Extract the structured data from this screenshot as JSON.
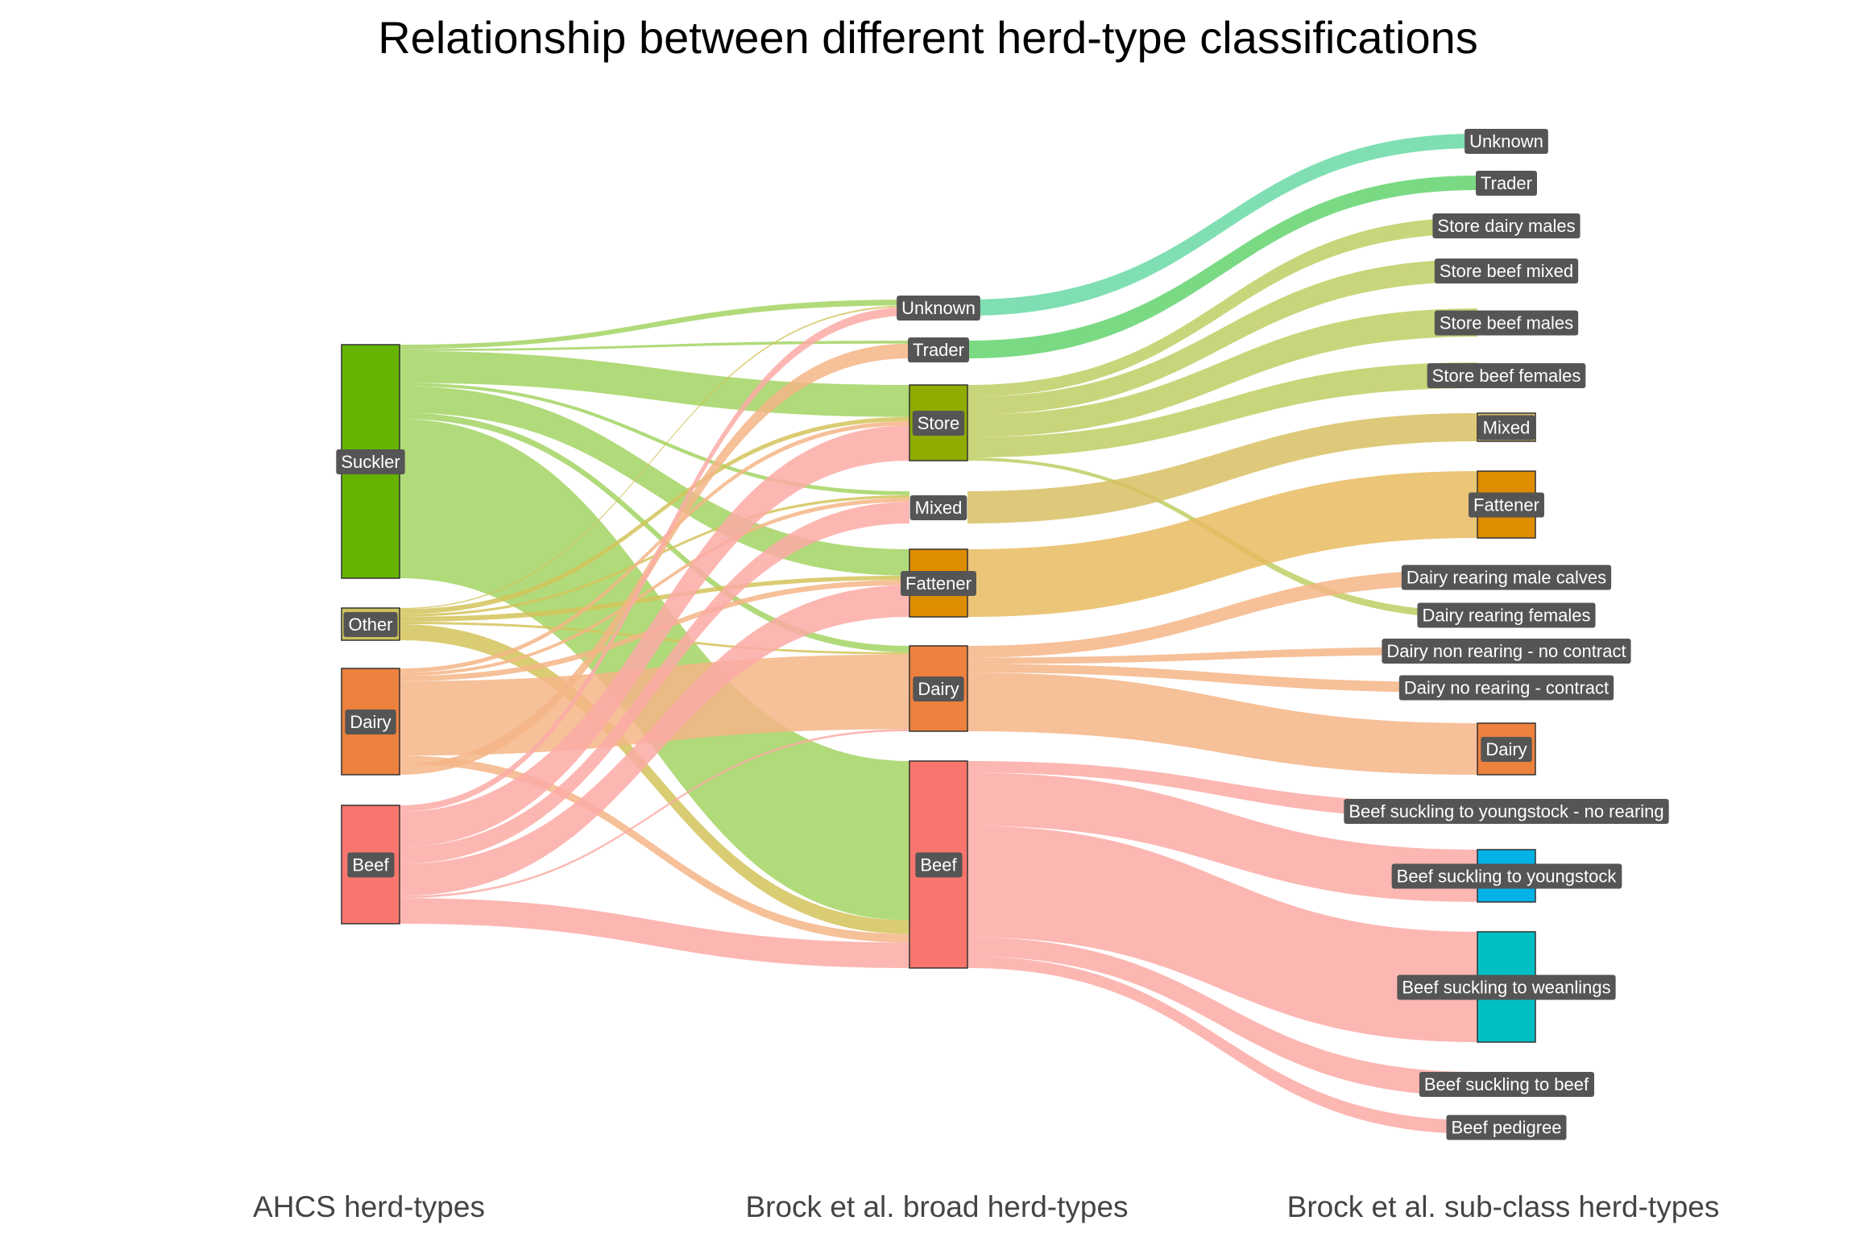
{
  "title": "Relationship between different herd-type classifications",
  "axis_labels": [
    "AHCS herd-types",
    "Brock et al. broad herd-types",
    "Brock et al. sub-class herd-types"
  ],
  "colors": {
    "background": "#ffffff",
    "label_bg": "#555555",
    "label_text": "#ffffff",
    "node_border": "#333333"
  },
  "nodes": [
    {
      "id": "suckler",
      "label": "Suckler",
      "col": 0,
      "color": "#64b400",
      "show_rect": true,
      "value": 2200
    },
    {
      "id": "other",
      "label": "Other",
      "col": 0,
      "color": "#cbc25a",
      "show_rect": true,
      "value": 260
    },
    {
      "id": "dairy_a",
      "label": "Dairy",
      "col": 0,
      "color": "#ed813e",
      "show_rect": true,
      "value": 1000
    },
    {
      "id": "beef_a",
      "label": "Beef",
      "col": 0,
      "color": "#f8766d",
      "show_rect": true,
      "value": 1100
    },
    {
      "id": "unknown_b",
      "label": "Unknown",
      "col": 1,
      "color": "#5fd4a2",
      "show_rect": false,
      "value": 110
    },
    {
      "id": "trader_b",
      "label": "Trader",
      "col": 1,
      "color": "#5ad072",
      "show_rect": false,
      "value": 110
    },
    {
      "id": "store_b",
      "label": "Store",
      "col": 1,
      "color": "#8fac00",
      "show_rect": true,
      "value": 710
    },
    {
      "id": "mixed_b",
      "label": "Mixed",
      "col": 1,
      "color": "#c9b94a",
      "show_rect": false,
      "value": 240
    },
    {
      "id": "fattener_b",
      "label": "Fattener",
      "col": 1,
      "color": "#de8c00",
      "show_rect": true,
      "value": 640
    },
    {
      "id": "dairy_b",
      "label": "Dairy",
      "col": 1,
      "color": "#ed813e",
      "show_rect": true,
      "value": 800
    },
    {
      "id": "beef_b",
      "label": "Beef",
      "col": 1,
      "color": "#f8766d",
      "show_rect": true,
      "value": 1950
    },
    {
      "id": "unknown_c",
      "label": "Unknown",
      "col": 2,
      "color": "#5fd4a2",
      "show_rect": false,
      "value": 110
    },
    {
      "id": "trader_c",
      "label": "Trader",
      "col": 2,
      "color": "#5ad072",
      "show_rect": false,
      "value": 110
    },
    {
      "id": "sdm",
      "label": "Store dairy males",
      "col": 2,
      "color": "#bfce63",
      "show_rect": false,
      "value": 110
    },
    {
      "id": "sbmix",
      "label": "Store beef mixed",
      "col": 2,
      "color": "#bfce63",
      "show_rect": false,
      "value": 170
    },
    {
      "id": "sbm",
      "label": "Store beef males",
      "col": 2,
      "color": "#bfce63",
      "show_rect": false,
      "value": 210
    },
    {
      "id": "sbf",
      "label": "Store beef females",
      "col": 2,
      "color": "#bfce63",
      "show_rect": false,
      "value": 190
    },
    {
      "id": "mixed_c",
      "label": "Mixed",
      "col": 2,
      "color": "#d8c064",
      "show_rect": true,
      "value": 240
    },
    {
      "id": "fattener_c",
      "label": "Fattener",
      "col": 2,
      "color": "#de8c00",
      "show_rect": true,
      "value": 640
    },
    {
      "id": "drmc",
      "label": "Dairy rearing male calves",
      "col": 2,
      "color": "#f4b587",
      "show_rect": false,
      "value": 110
    },
    {
      "id": "drf",
      "label": "Dairy rearing females",
      "col": 2,
      "color": "#bfce63",
      "show_rect": false,
      "value": 30
    },
    {
      "id": "dnr",
      "label": "Dairy non rearing - no contract",
      "col": 2,
      "color": "#f4b587",
      "show_rect": false,
      "value": 60
    },
    {
      "id": "dnrc",
      "label": "Dairy no rearing - contract",
      "col": 2,
      "color": "#f4b587",
      "show_rect": false,
      "value": 80
    },
    {
      "id": "dairy_c",
      "label": "Dairy",
      "col": 2,
      "color": "#ed813e",
      "show_rect": true,
      "value": 520
    },
    {
      "id": "bsyn",
      "label": "Beef suckling to youngstock - no rearing",
      "col": 2,
      "color": "#fbaaa6",
      "show_rect": false,
      "value": 110
    },
    {
      "id": "bsy",
      "label": "Beef suckling to youngstock",
      "col": 2,
      "color": "#00b2e6",
      "show_rect": true,
      "value": 500
    },
    {
      "id": "bsw",
      "label": "Beef suckling to weanlings",
      "col": 2,
      "color": "#00bfc4",
      "show_rect": true,
      "value": 1050
    },
    {
      "id": "bsb",
      "label": "Beef suckling to beef",
      "col": 2,
      "color": "#fbaaa6",
      "show_rect": false,
      "value": 180
    },
    {
      "id": "bped",
      "label": "Beef pedigree",
      "col": 2,
      "color": "#fbaaa6",
      "show_rect": false,
      "value": 110
    }
  ],
  "links": [
    {
      "source": "suckler",
      "target": "unknown_b",
      "value": 40,
      "color": "#a3d363"
    },
    {
      "source": "suckler",
      "target": "trader_b",
      "value": 20,
      "color": "#a3d363"
    },
    {
      "source": "suckler",
      "target": "store_b",
      "value": 300,
      "color": "#a3d363"
    },
    {
      "source": "suckler",
      "target": "mixed_b",
      "value": 30,
      "color": "#a3d363"
    },
    {
      "source": "suckler",
      "target": "fattener_b",
      "value": 250,
      "color": "#a3d363"
    },
    {
      "source": "suckler",
      "target": "dairy_b",
      "value": 60,
      "color": "#a3d363"
    },
    {
      "source": "suckler",
      "target": "beef_b",
      "value": 1500,
      "color": "#a3d363"
    },
    {
      "source": "other",
      "target": "unknown_b",
      "value": 10,
      "color": "#d4c35a"
    },
    {
      "source": "other",
      "target": "store_b",
      "value": 40,
      "color": "#d4c35a"
    },
    {
      "source": "other",
      "target": "mixed_b",
      "value": 20,
      "color": "#d4c35a"
    },
    {
      "source": "other",
      "target": "fattener_b",
      "value": 40,
      "color": "#d4c35a"
    },
    {
      "source": "other",
      "target": "dairy_b",
      "value": 20,
      "color": "#d4c35a"
    },
    {
      "source": "other",
      "target": "beef_b",
      "value": 130,
      "color": "#d4c35a"
    },
    {
      "source": "dairy_a",
      "target": "store_b",
      "value": 40,
      "color": "#f4b587"
    },
    {
      "source": "dairy_a",
      "target": "mixed_b",
      "value": 30,
      "color": "#f4b587"
    },
    {
      "source": "dairy_a",
      "target": "fattener_b",
      "value": 50,
      "color": "#f4b587"
    },
    {
      "source": "dairy_a",
      "target": "dairy_b",
      "value": 700,
      "color": "#f4b587"
    },
    {
      "source": "dairy_a",
      "target": "beef_b",
      "value": 80,
      "color": "#f4b587"
    },
    {
      "source": "dairy_a",
      "target": "trader_b",
      "value": 100,
      "color": "#f4b587"
    },
    {
      "source": "beef_a",
      "target": "unknown_b",
      "value": 60,
      "color": "#fbaaa6"
    },
    {
      "source": "beef_a",
      "target": "trader_b",
      "value": 0,
      "color": "#fbaaa6"
    },
    {
      "source": "beef_a",
      "target": "store_b",
      "value": 330,
      "color": "#fbaaa6"
    },
    {
      "source": "beef_a",
      "target": "mixed_b",
      "value": 160,
      "color": "#fbaaa6"
    },
    {
      "source": "beef_a",
      "target": "fattener_b",
      "value": 300,
      "color": "#fbaaa6"
    },
    {
      "source": "beef_a",
      "target": "dairy_b",
      "value": 20,
      "color": "#fbaaa6"
    },
    {
      "source": "beef_a",
      "target": "beef_b",
      "value": 240,
      "color": "#fbaaa6"
    },
    {
      "source": "unknown_b",
      "target": "unknown_c",
      "value": 110,
      "color": "#69d9a6"
    },
    {
      "source": "trader_b",
      "target": "trader_c",
      "value": 110,
      "color": "#63d36f"
    },
    {
      "source": "store_b",
      "target": "sdm",
      "value": 110,
      "color": "#bfce63"
    },
    {
      "source": "store_b",
      "target": "sbmix",
      "value": 170,
      "color": "#bfce63"
    },
    {
      "source": "store_b",
      "target": "sbm",
      "value": 210,
      "color": "#bfce63"
    },
    {
      "source": "store_b",
      "target": "sbf",
      "value": 190,
      "color": "#bfce63"
    },
    {
      "source": "store_b",
      "target": "drf",
      "value": 30,
      "color": "#bfce63"
    },
    {
      "source": "mixed_b",
      "target": "mixed_c",
      "value": 240,
      "color": "#d8c064"
    },
    {
      "source": "fattener_b",
      "target": "fattener_c",
      "value": 640,
      "color": "#e8bb60"
    },
    {
      "source": "dairy_b",
      "target": "drmc",
      "value": 110,
      "color": "#f4b587"
    },
    {
      "source": "dairy_b",
      "target": "dnr",
      "value": 60,
      "color": "#f4b587"
    },
    {
      "source": "dairy_b",
      "target": "dnrc",
      "value": 80,
      "color": "#f4b587"
    },
    {
      "source": "dairy_b",
      "target": "dairy_c",
      "value": 550,
      "color": "#f4b587"
    },
    {
      "source": "beef_b",
      "target": "bsyn",
      "value": 110,
      "color": "#fbaaa6"
    },
    {
      "source": "beef_b",
      "target": "bsy",
      "value": 500,
      "color": "#fbaaa6"
    },
    {
      "source": "beef_b",
      "target": "bsw",
      "value": 1050,
      "color": "#fbaaa6"
    },
    {
      "source": "beef_b",
      "target": "bsb",
      "value": 180,
      "color": "#fbaaa6"
    },
    {
      "source": "beef_b",
      "target": "bped",
      "value": 110,
      "color": "#fbaaa6"
    }
  ]
}
